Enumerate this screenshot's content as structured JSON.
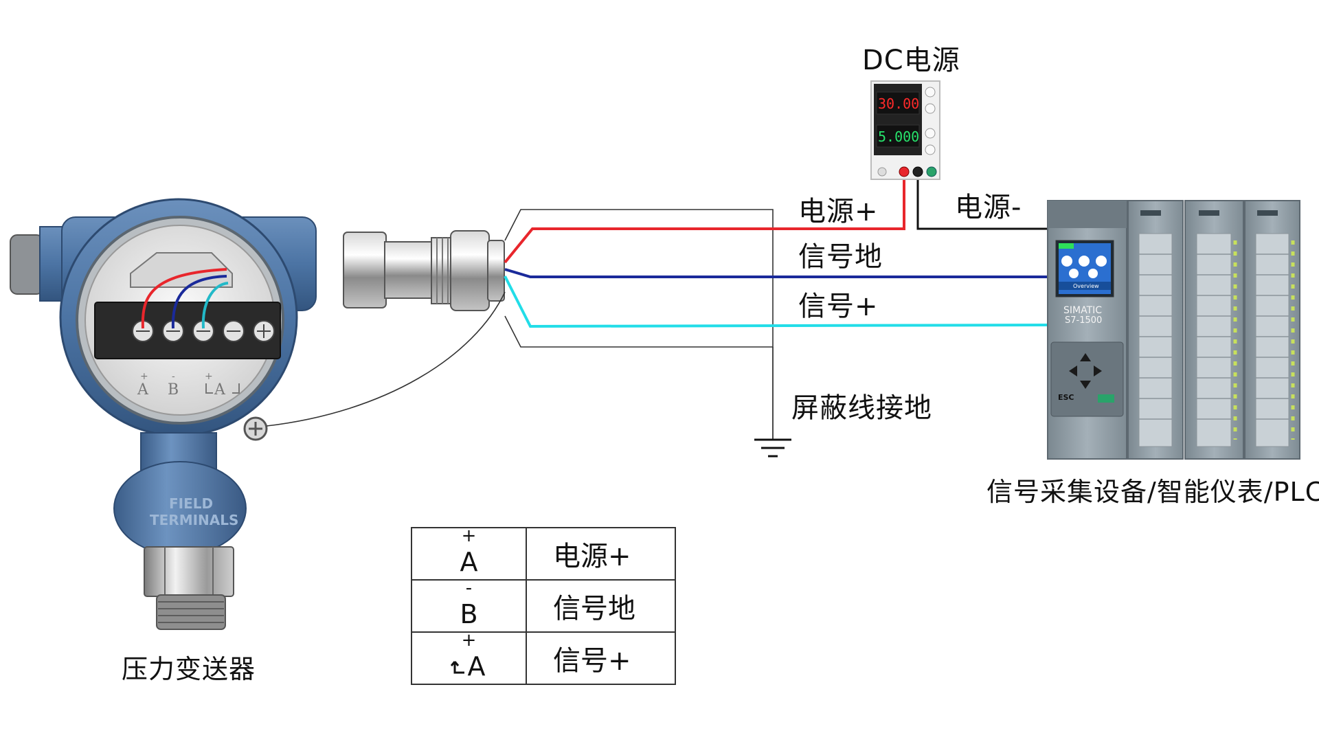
{
  "labels": {
    "dc_supply": "DC电源",
    "power_plus": "电源+",
    "power_minus": "电源-",
    "signal_ground": "信号地",
    "signal_plus": "信号+",
    "shield_ground": "屏蔽线接地",
    "transmitter": "压力变送器",
    "acquisition_device": "信号采集设备/智能仪表/PLC"
  },
  "psu_display": {
    "voltage": "30.00",
    "current": "5.000"
  },
  "transmitter_terminals": {
    "t1": "A",
    "t1_sign": "+",
    "t2": "B",
    "t2_sign": "-",
    "t3": "A",
    "t3_sign": "+",
    "body_text_1": "FIELD",
    "body_text_2": "TERMINALS"
  },
  "plc": {
    "brand": "SIMATIC",
    "model": "S7-1500",
    "esc": "ESC",
    "screen_tab": "Overview"
  },
  "legend": {
    "rows": [
      {
        "symbol": "A",
        "sign": "+",
        "description": "电源+"
      },
      {
        "symbol": "B",
        "sign": "-",
        "description": "信号地"
      },
      {
        "symbol": "A",
        "sign": "+",
        "description": "信号+"
      }
    ]
  },
  "colors": {
    "power_plus_wire": "#e8262c",
    "signal_ground_wire": "#1a2a9a",
    "signal_plus_wire": "#22dde8",
    "power_minus_wire": "#111111",
    "transmitter_body": "#4f78a8",
    "plc_body": "#8a969e"
  }
}
